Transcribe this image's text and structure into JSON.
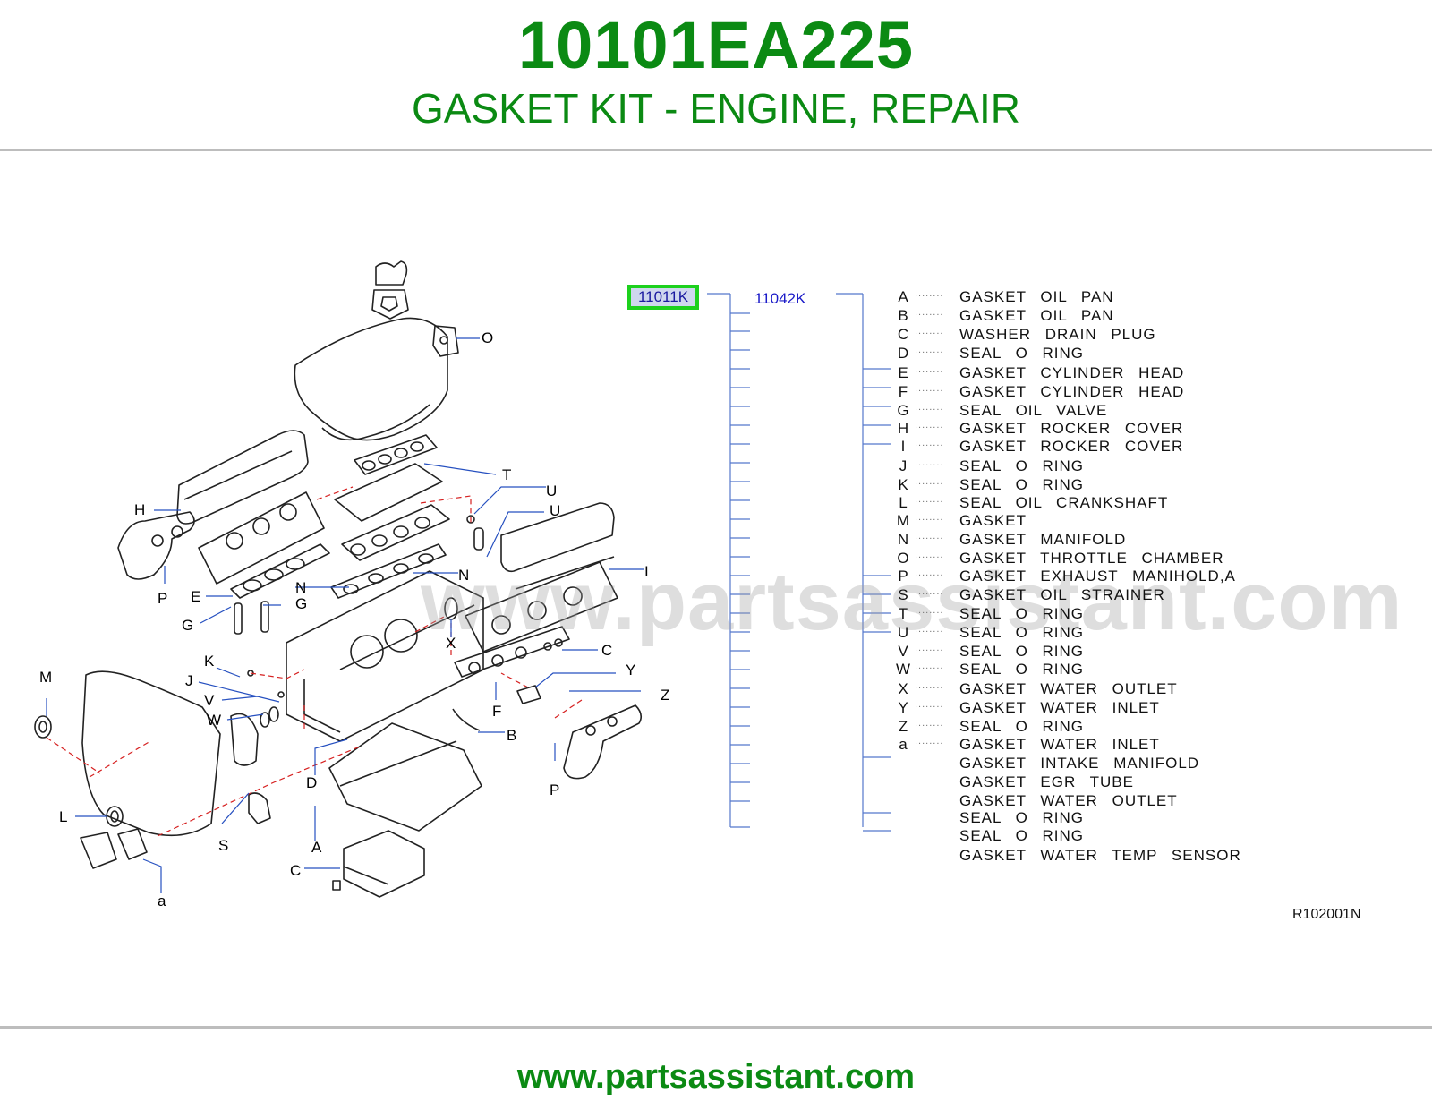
{
  "header": {
    "part_number": "10101EA225",
    "title": "GASKET KIT - ENGINE, REPAIR"
  },
  "watermark": "www.partsassistant.com",
  "diagram": {
    "callouts": [
      "O",
      "T",
      "U",
      "U",
      "H",
      "I",
      "N",
      "N",
      "P",
      "E",
      "G",
      "G",
      "X",
      "C",
      "K",
      "J",
      "Y",
      "V",
      "W",
      "Z",
      "M",
      "F",
      "B",
      "D",
      "P",
      "L",
      "S",
      "A",
      "C",
      "a"
    ],
    "part_refs": {
      "kit": "11011K",
      "kit_sub": "11042K"
    },
    "legend": [
      {
        "letter": "A",
        "desc": "GASKET OIL PAN"
      },
      {
        "letter": "B",
        "desc": "GASKET OIL PAN"
      },
      {
        "letter": "C",
        "desc": "WASHER DRAIN PLUG"
      },
      {
        "letter": "D",
        "desc": "SEAL O RING"
      },
      {
        "letter": "E",
        "desc": "GASKET CYLINDER HEAD"
      },
      {
        "letter": "F",
        "desc": "GASKET CYLINDER HEAD"
      },
      {
        "letter": "G",
        "desc": "SEAL OIL VALVE"
      },
      {
        "letter": "H",
        "desc": "GASKET ROCKER COVER"
      },
      {
        "letter": "I",
        "desc": "GASKET ROCKER COVER"
      },
      {
        "letter": "J",
        "desc": "SEAL O RING"
      },
      {
        "letter": "K",
        "desc": "SEAL O RING"
      },
      {
        "letter": "L",
        "desc": "SEAL OIL CRANKSHAFT"
      },
      {
        "letter": "M",
        "desc": "GASKET"
      },
      {
        "letter": "N",
        "desc": "GASKET MANIFOLD"
      },
      {
        "letter": "O",
        "desc": "GASKET THROTTLE CHAMBER"
      },
      {
        "letter": "P",
        "desc": "GASKET EXHAUST MANIHOLD,A"
      },
      {
        "letter": "S",
        "desc": "GASKET OIL STRAINER"
      },
      {
        "letter": "T",
        "desc": "SEAL O RING"
      },
      {
        "letter": "U",
        "desc": "SEAL O RING"
      },
      {
        "letter": "V",
        "desc": "SEAL O RING"
      },
      {
        "letter": "W",
        "desc": "SEAL O RING"
      },
      {
        "letter": "X",
        "desc": "GASKET WATER OUTLET"
      },
      {
        "letter": "Y",
        "desc": "GASKET WATER INLET"
      },
      {
        "letter": "Z",
        "desc": "SEAL O RING"
      },
      {
        "letter": "a",
        "desc": "GASKET WATER INLET"
      },
      {
        "letter": "",
        "desc": "GASKET INTAKE MANIFOLD"
      },
      {
        "letter": "",
        "desc": "GASKET EGR TUBE"
      },
      {
        "letter": "",
        "desc": "GASKET WATER OUTLET"
      },
      {
        "letter": "",
        "desc": "SEAL O RING"
      },
      {
        "letter": "",
        "desc": "SEAL O RING"
      },
      {
        "letter": "",
        "desc": "GASKET WATER TEMP SENSOR"
      }
    ],
    "figure_code": "R102001N"
  },
  "footer": {
    "url": "www.partsassistant.com"
  },
  "colors": {
    "brand_green": "#0b8a13",
    "link_blue": "#1a1ac8",
    "highlight_green": "#1dd11d",
    "tree_line_blue": "#5577cc",
    "leader_red": "#d62020"
  }
}
